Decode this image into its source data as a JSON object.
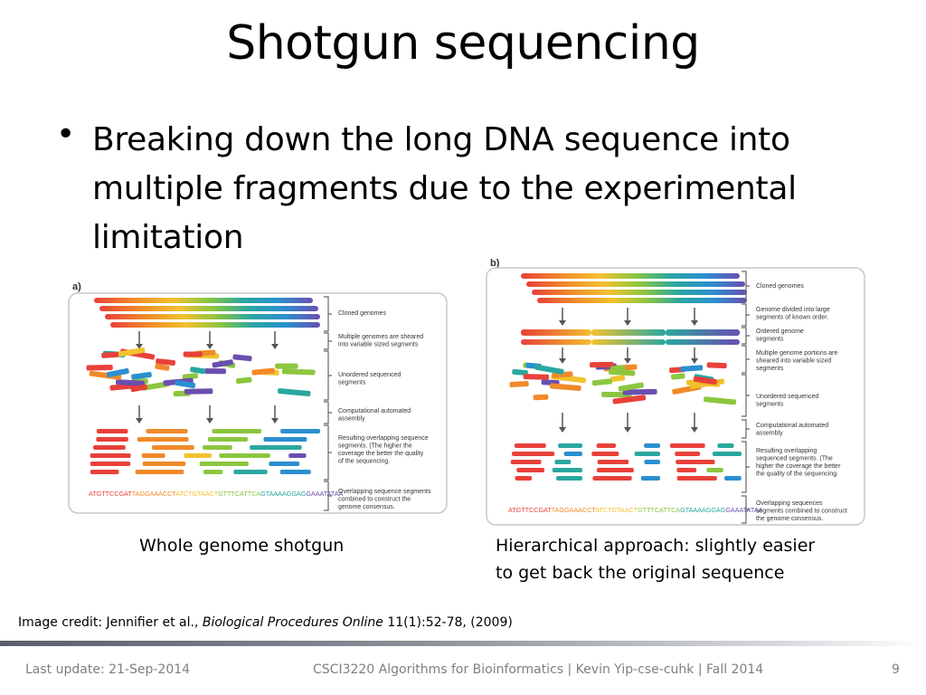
{
  "slide": {
    "title": "Shotgun sequencing",
    "bullet": "Breaking down the long DNA sequence into multiple fragments due to the experimental limitation"
  },
  "figure_a": {
    "label": "a)",
    "steps": [
      [
        "Cloned genomes"
      ],
      [
        "Multiple genomes are sheared",
        "into variable sized segments"
      ],
      [
        "Unordered sequenced",
        "segments"
      ],
      [
        "Computational automated",
        "assembly"
      ],
      [
        "Resulting overlapping sequence",
        "segments. (The higher the",
        "coverage the better the quality",
        "of the sequencing."
      ],
      [
        "Overlapping sequence segments",
        "combined to construct the",
        "genome consensus."
      ]
    ],
    "sequence": "ATGTTCCGATTAGGAAACCTATCTGTAACTGTTTCATTCAGTAAAAGGAGGAAATATAA"
  },
  "figure_b": {
    "label": "b)",
    "steps": [
      [
        "Cloned genomes"
      ],
      [
        "Genome divided into large",
        "segments of known order."
      ],
      [
        "Ordered genome",
        "segments"
      ],
      [
        "Multiple genome portions are",
        "sheared into variable sized",
        "segments"
      ],
      [
        "Unordered sequenced",
        "segments"
      ],
      [
        "Computational automated",
        "assembly"
      ],
      [
        "Resulting overlapping",
        "sequenced segments. (The",
        "higher the coverage the better",
        "the quality of the sequencing."
      ],
      [
        "Overlapping sequences",
        "segments combined to construct",
        "the genome consensus."
      ]
    ],
    "sequence": "ATGTTCCGATTAGGAAACCTATCTGTAACTGTTTCATTCAGTAAAAGGAGGAAATATAA"
  },
  "captions": {
    "a": "Whole genome shotgun",
    "b_line1": "Hierarchical approach: slightly easier",
    "b_line2": "to get back the original sequence"
  },
  "credit": {
    "prefix": "Image credit: Jennifier et al., ",
    "journal": "Biological Procedures Online",
    "suffix": " 11(1):52-78, (2009)"
  },
  "footer": {
    "left": "Last update: 21-Sep-2014",
    "center": "CSCI3220 Algorithms for Bioinformatics |  Kevin Yip-cse-cuhk | Fall 2014",
    "page": "9"
  },
  "colors": {
    "rainbow": [
      "#e8413a",
      "#f08a2a",
      "#f2c12e",
      "#8cc63f",
      "#2aa7a0",
      "#2b8fd0",
      "#6a4fb0"
    ],
    "sequence_colors": [
      "#e8413a",
      "#f08a2a",
      "#f2c12e",
      "#8cc63f",
      "#2aa7a0",
      "#6a4fb0"
    ],
    "bracket": "#666666",
    "arrow": "#555555",
    "frame": "#c8c8c8"
  }
}
